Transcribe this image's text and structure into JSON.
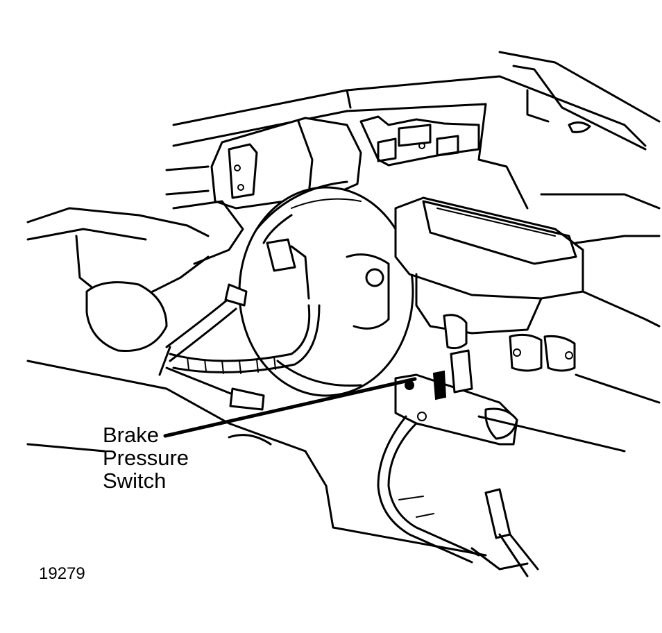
{
  "callout": {
    "label_line1": "Brake",
    "label_line2": "Pressure",
    "label_line3": "Switch"
  },
  "figure_number": "19279",
  "colors": {
    "ink": "#000000",
    "paper": "#ffffff"
  }
}
